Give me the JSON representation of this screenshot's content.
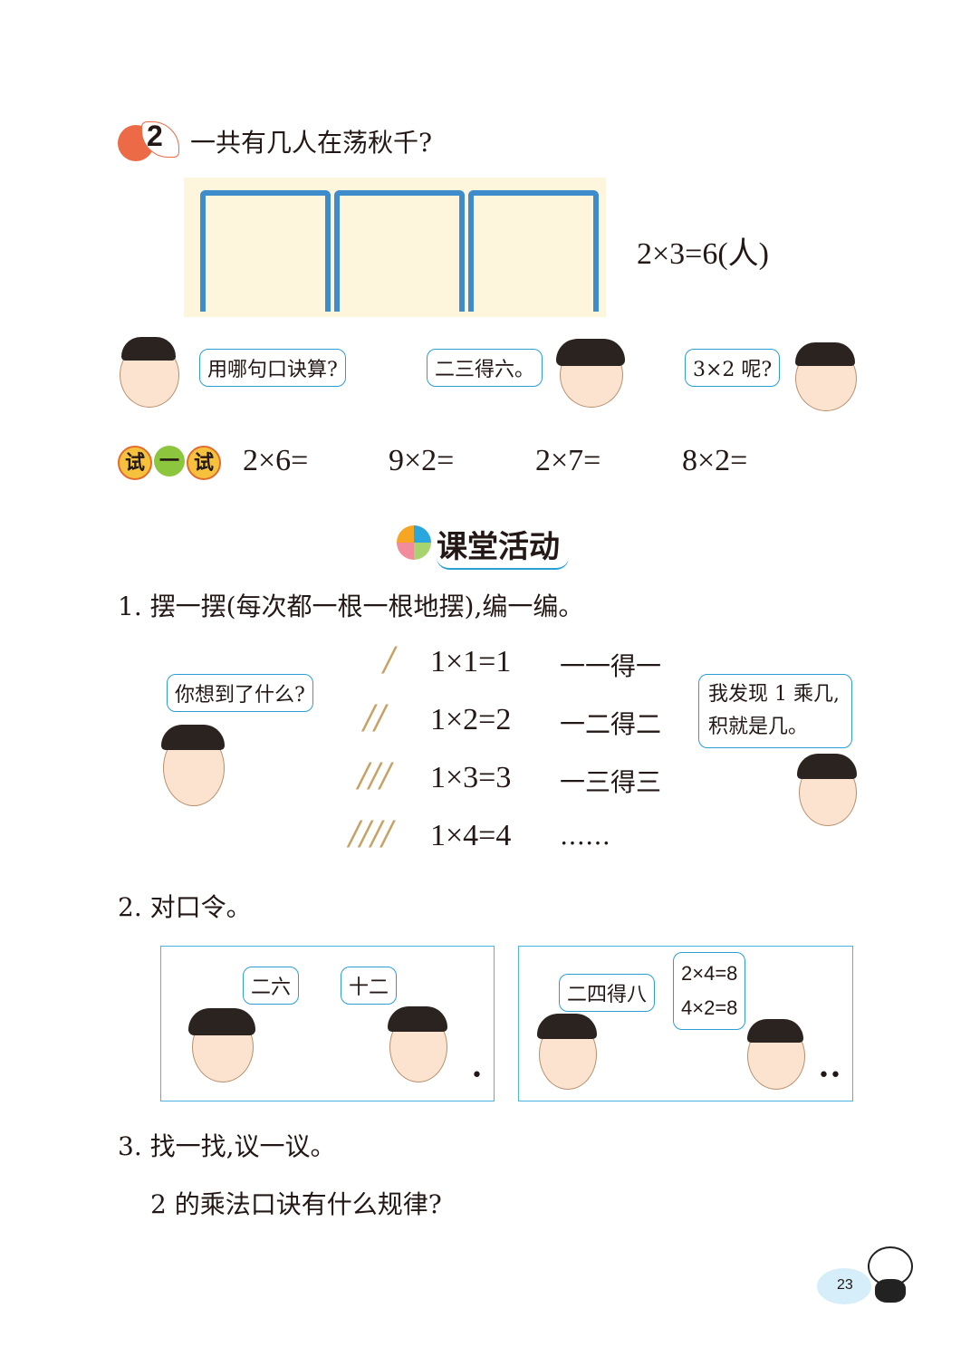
{
  "example": {
    "number": "2",
    "question": "一共有几人在荡秋千?",
    "equation": "2×3=6(人)"
  },
  "bubbles_row1": [
    "用哪句口诀算?",
    "二三得六。",
    "3×2 呢?"
  ],
  "try": {
    "badge": [
      "试",
      "一",
      "试"
    ],
    "problems": [
      "2×6=",
      "9×2=",
      "2×7=",
      "8×2="
    ]
  },
  "activity": {
    "title": "课堂活动"
  },
  "q1": {
    "text": "1. 摆一摆(每次都一根一根地摆),编一编。",
    "rows": [
      {
        "sticks": "/",
        "eq": "1×1=1",
        "rhyme": "一一得一"
      },
      {
        "sticks": "//",
        "eq": "1×2=2",
        "rhyme": "一二得二"
      },
      {
        "sticks": "///",
        "eq": "1×3=3",
        "rhyme": "一三得三"
      },
      {
        "sticks": "////",
        "eq": "1×4=4",
        "rhyme": "……"
      }
    ],
    "bubble_left": "你想到了什么?",
    "bubble_right": [
      "我发现 1 乘几,",
      "积就是几。"
    ]
  },
  "q2": {
    "text": "2. 对口令。",
    "left": {
      "b1": "二六",
      "b2": "十二",
      "dots": "•"
    },
    "right": {
      "b1": "二四得八",
      "b2": [
        "2×4=8",
        "4×2=8"
      ],
      "dots": "••"
    }
  },
  "q3": {
    "text": "3. 找一找,议一议。",
    "sub": "2 的乘法口诀有什么规律?"
  },
  "page_number": "23"
}
